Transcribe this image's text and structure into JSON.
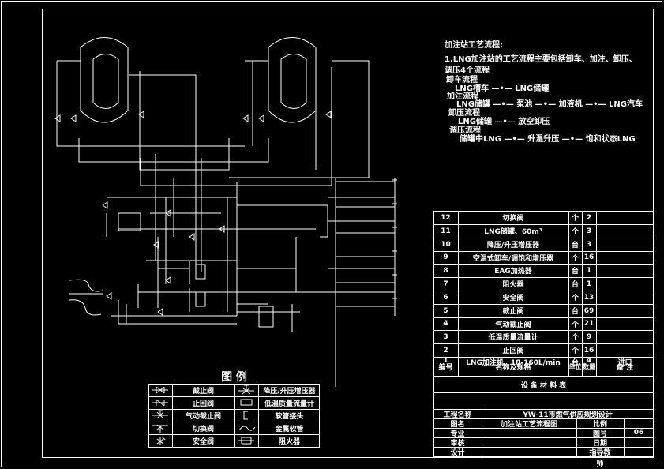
{
  "process": {
    "title": "加注站工艺流程:",
    "intro_line1": "1.LNG加注站的工艺流程主要包括卸车、加注、卸压、",
    "intro_line2": "调压4个流程",
    "unloading": {
      "title": "卸车流程",
      "steps": [
        "LNG槽车",
        "LNG储罐"
      ]
    },
    "filling": {
      "title": "加注流程",
      "steps": [
        "LNG储罐",
        "泵池",
        "加液机",
        "LNG汽车"
      ]
    },
    "depressurize": {
      "title": "卸压流程",
      "steps": [
        "LNG储罐",
        "放空卸压"
      ]
    },
    "regulate": {
      "title": "调压流程",
      "steps": [
        "储罐中LNG",
        "升温升压",
        "饱和状态LNG"
      ]
    }
  },
  "equipment_table": {
    "title": "设 备 材 料 表",
    "headers": [
      "编号",
      "名称及规格",
      "单位",
      "数量",
      "备 注"
    ],
    "rows": [
      [
        "12",
        "切换阀",
        "个",
        "2",
        ""
      ],
      [
        "11",
        "LNG储罐、60m³",
        "个",
        "3",
        ""
      ],
      [
        "10",
        "降压/升压增压器",
        "台",
        "3",
        ""
      ],
      [
        "9",
        "空温式卸车/调饱和增压器",
        "个",
        "16",
        ""
      ],
      [
        "8",
        "EAG加热器",
        "台",
        "1",
        ""
      ],
      [
        "7",
        "阻火器",
        "台",
        "1",
        ""
      ],
      [
        "6",
        "安全阀",
        "个",
        "13",
        ""
      ],
      [
        "5",
        "截止阀",
        "台",
        "69",
        ""
      ],
      [
        "4",
        "气动截止阀",
        "个",
        "21",
        ""
      ],
      [
        "3",
        "低温质量流量计",
        "个",
        "9",
        ""
      ],
      [
        "2",
        "止回阀",
        "个",
        "16",
        ""
      ],
      [
        "1",
        "LNG加注机、18-160L/min",
        "台",
        "4",
        "进口"
      ]
    ]
  },
  "title_block": {
    "project_label": "工程名称",
    "project_value": "YW-11市燃气供应规划设计",
    "drawing_label": "图名",
    "drawing_value": "加注站工艺流程图",
    "scale_label": "比例",
    "scale_value": "",
    "major_label": "专业",
    "drawing_no_label": "图号",
    "drawing_no_value": "06",
    "review_label": "审核",
    "date_label": "日期",
    "design_label": "设计",
    "advisor_label": "指导教",
    "advisor_label2": "师"
  },
  "legend": {
    "title": "图 例",
    "items": [
      {
        "icon": "globe-valve-icon",
        "label": "截止阀"
      },
      {
        "icon": "pressure-regulator-icon",
        "label": "降压/升压增压器"
      },
      {
        "icon": "check-valve-icon",
        "label": "止回阀"
      },
      {
        "icon": "flowmeter-icon",
        "label": "低温质量流量计"
      },
      {
        "icon": "pneumatic-valve-icon",
        "label": "气动截止阀"
      },
      {
        "icon": "hose-connector-icon",
        "label": "软管接头"
      },
      {
        "icon": "switch-valve-icon",
        "label": "切换阀"
      },
      {
        "icon": "metal-hose-icon",
        "label": "金属软管"
      },
      {
        "icon": "safety-valve-icon",
        "label": "安全阀"
      },
      {
        "icon": "flame-arrester-icon",
        "label": "阻火器"
      }
    ]
  },
  "colors": {
    "background": "#000000",
    "lines": "#ffffff"
  }
}
